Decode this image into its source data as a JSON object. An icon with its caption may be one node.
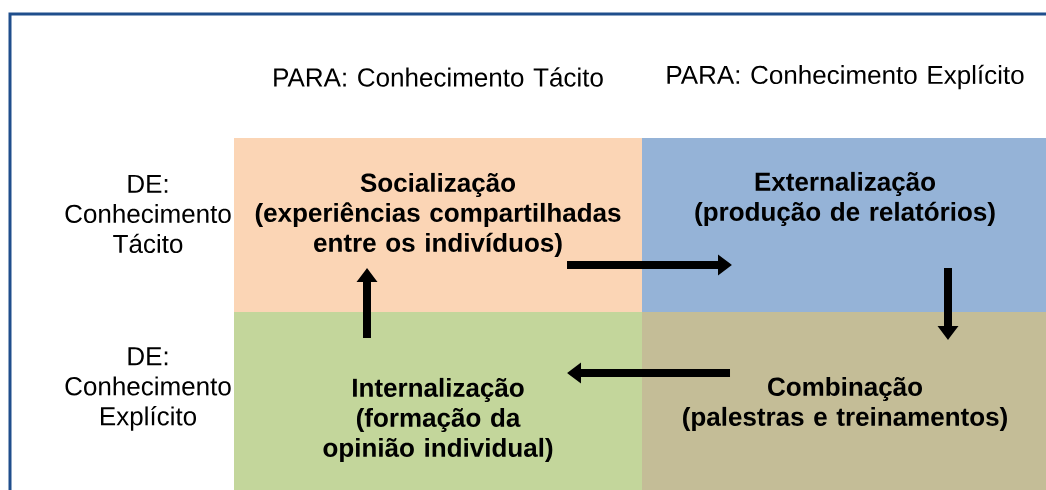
{
  "diagram": {
    "nodes": [
      {
        "text": [
          "Socialização",
          "(experiências compartilhadas entre os indivíduos)"
        ]
      },
      {
        "text": [
          "Externalização",
          "(produção de relatórios)"
        ]
      },
      {
        "text": [
          "Internalização",
          "(formação da opinião individual)"
        ]
      },
      {
        "text": [
          "Combinação",
          "(palestras e treinamentos)"
        ]
      }
    ],
    "edges": [
      {
        "from": 0,
        "to": 1,
        "arrow": "to"
      },
      {
        "from": 1,
        "to": 3,
        "arrow": "to"
      },
      {
        "from": 3,
        "to": 2,
        "arrow": "to"
      },
      {
        "from": 2,
        "to": 0,
        "arrow": "to"
      }
    ],
    "labels": [
      "PARA: Conhecimento Tácito",
      "PARA: Conhecimento Explícito",
      "DE: Conhecimento Tácito",
      "DE: Conhecimento Explícito"
    ]
  }
}
